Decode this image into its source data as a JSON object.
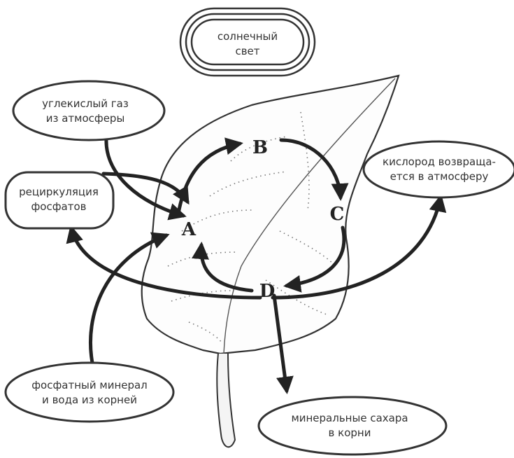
{
  "labels": {
    "sunlight": [
      "солнечный",
      "свет"
    ],
    "co2": [
      "углекислый газ",
      "из атмосферы"
    ],
    "oxygen": [
      "кислород возвраща-",
      "ется в атмосферу"
    ],
    "recycling": [
      "рециркуляция",
      "фосфатов"
    ],
    "minerals": [
      "фосфатный минерал",
      "и вода из корней"
    ],
    "sugars": [
      "минеральные сахара",
      "в корни"
    ]
  },
  "nodes": {
    "a": "A",
    "b": "B",
    "c": "C",
    "d": "D"
  }
}
